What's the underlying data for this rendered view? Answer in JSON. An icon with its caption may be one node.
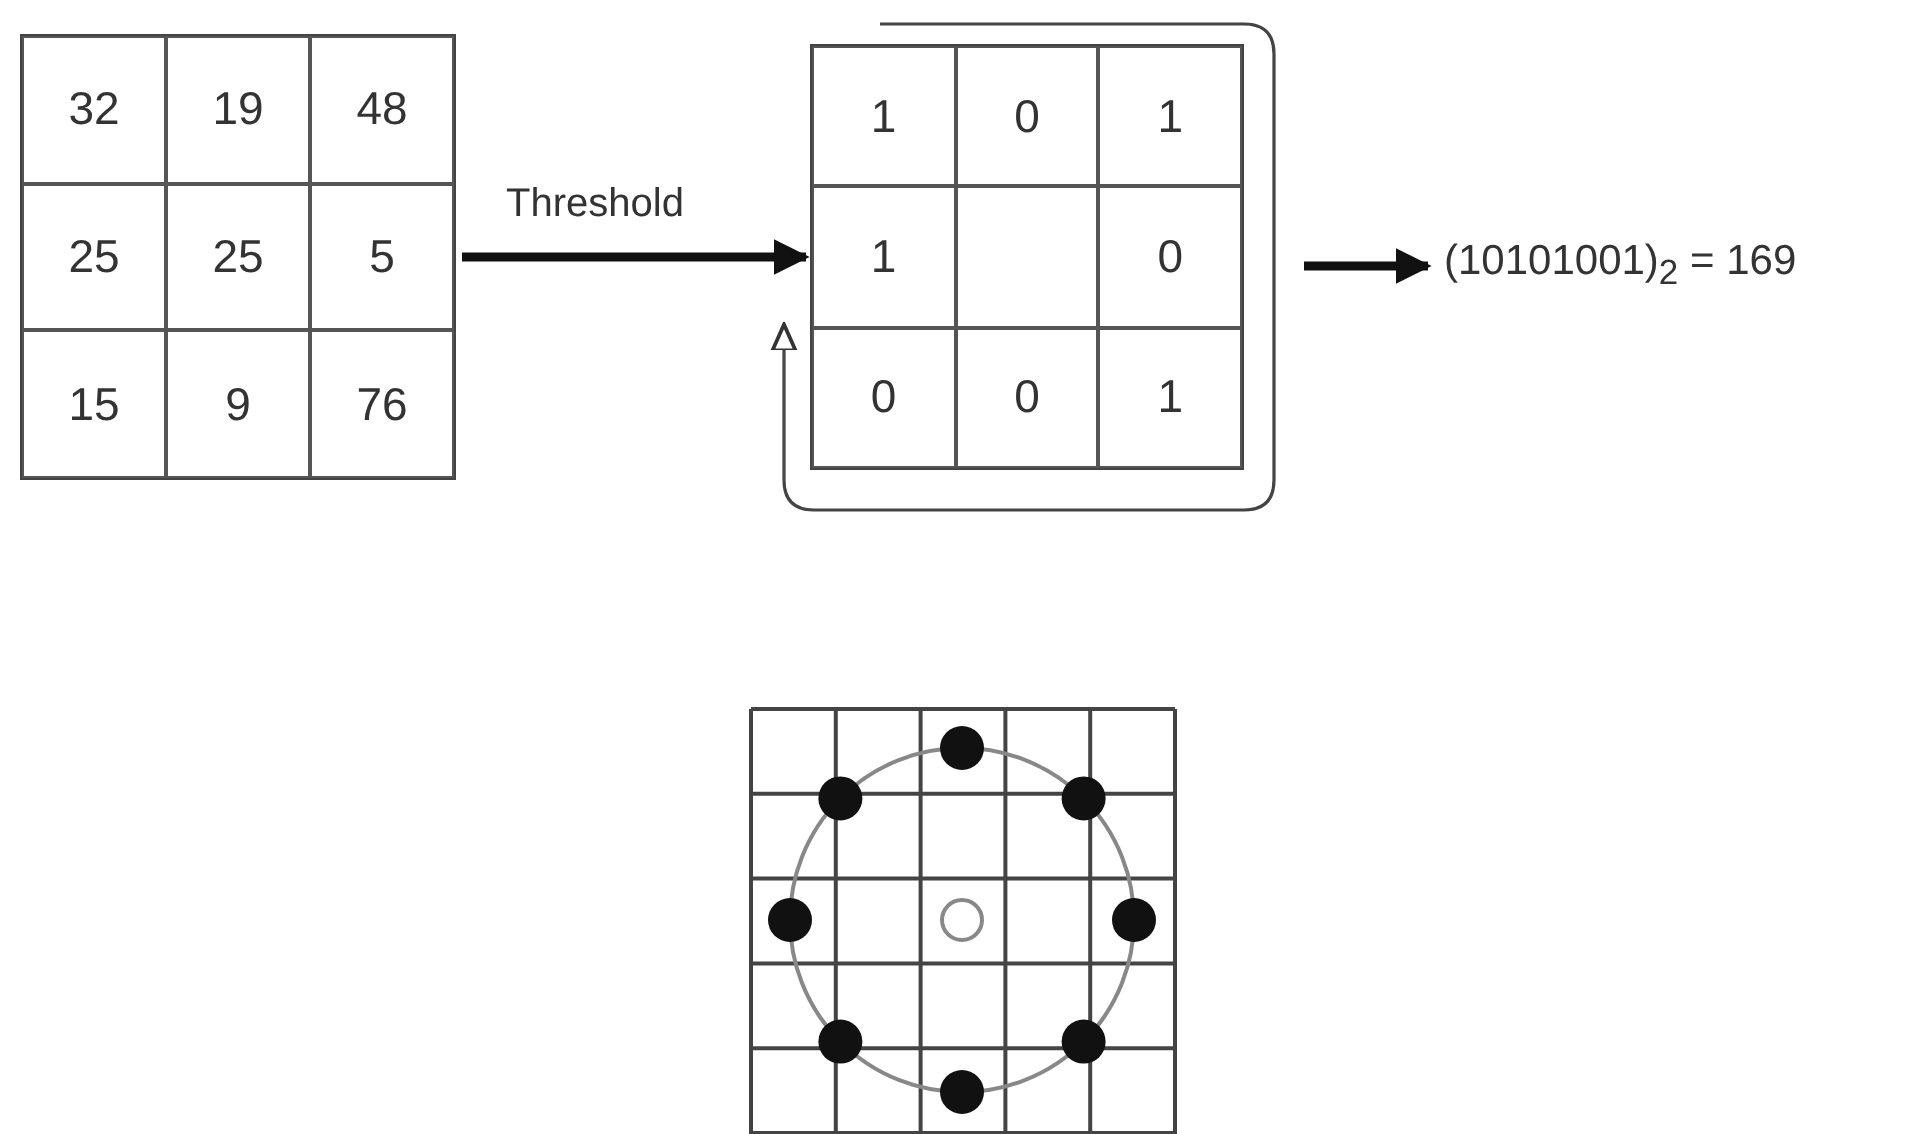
{
  "diagram": {
    "nodes": [
      {
        "text": [
          "32",
          "19",
          "48",
          "25",
          "25",
          "5",
          "15",
          "9",
          "76"
        ]
      },
      {
        "text": [
          "1",
          "0",
          "1",
          "1",
          "0",
          "0",
          "0",
          "1"
        ]
      },
      {
        "text": [
          "(10101001)$_{2}$ = 169"
        ]
      },
      {
        "text": [],
        "shape": "picture"
      }
    ],
    "edges": [
      {
        "from": 0,
        "to": 1,
        "arrow": "to",
        "label": "Threshold"
      },
      {
        "from": 1,
        "to": 2,
        "arrow": "to"
      }
    ]
  }
}
